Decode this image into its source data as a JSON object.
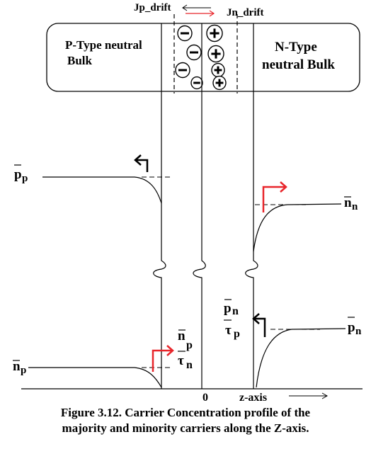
{
  "top": {
    "jp_drift": "Jp_drift",
    "jn_drift": "Jn_drift",
    "p_bulk": [
      "P-Type neutral",
      "Bulk"
    ],
    "n_bulk": [
      "N-Type",
      "neutral Bulk"
    ]
  },
  "labels": {
    "pp": "p",
    "pp_sub": "p",
    "nn": "n",
    "nn_sub": "n",
    "np": "n",
    "np_sub": "p",
    "pn": "p",
    "pn_sub": "n",
    "np_over_tau_num": "n",
    "np_over_tau_num_sub": "p",
    "tau_n": "τ",
    "tau_n_sub": "n",
    "pn_over_tau_num": "p",
    "pn_over_tau_num_sub": "n",
    "tau_p": "τ",
    "tau_p_sub": "p",
    "zero": "0",
    "z_axis": "z-axis"
  },
  "caption": {
    "line1": "Figure 3.12. Carrier Concentration profile of the",
    "line2": "majority and minority carriers along the Z-axis."
  },
  "colors": {
    "line": "#000000",
    "red": "#e8262b",
    "dashed": "#000000"
  },
  "icons": [
    "minus-ion-icon",
    "plus-ion-icon",
    "arrow-left-icon",
    "arrow-right-icon"
  ]
}
